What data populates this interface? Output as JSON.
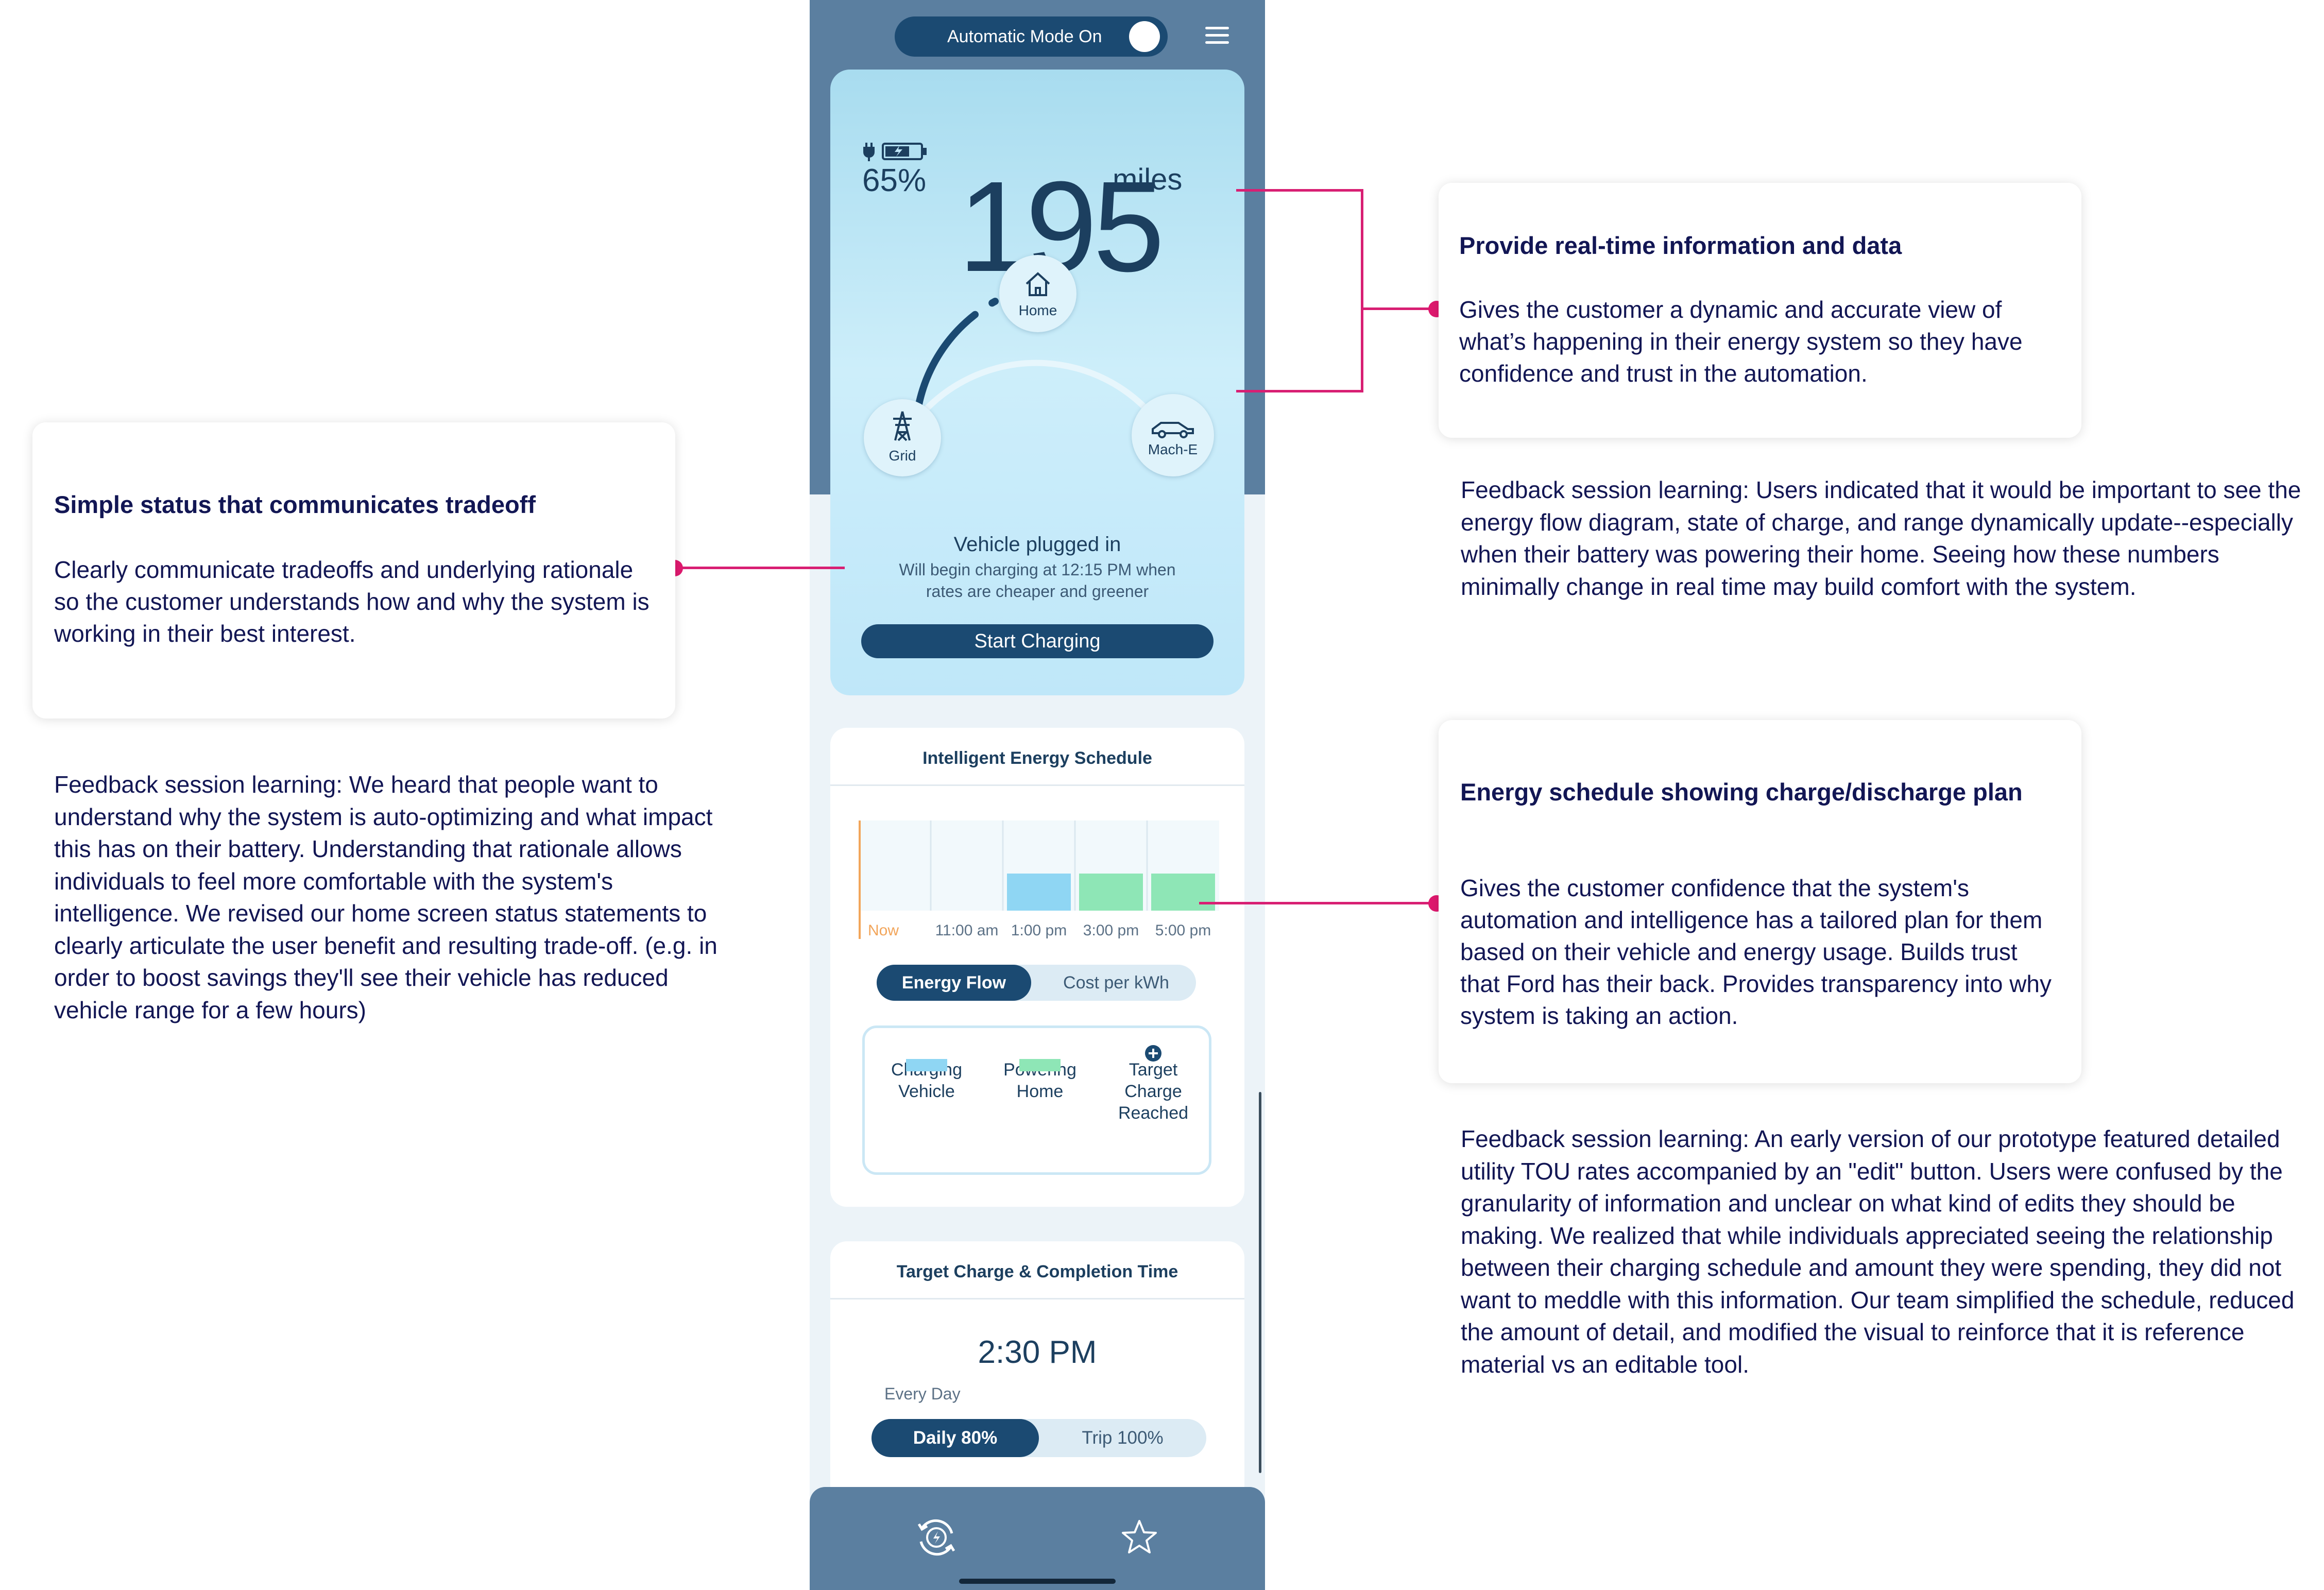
{
  "phone": {
    "mode_label": "Automatic Mode On",
    "status": {
      "soc": "65%",
      "range_value": "195",
      "range_unit": "miles",
      "nodes": {
        "home": "Home",
        "grid": "Grid",
        "vehicle": "Mach-E"
      },
      "plugged_title": "Vehicle plugged in",
      "plugged_sub_1": "Will begin charging at 12:15 PM when",
      "plugged_sub_2": "rates are cheaper and greener",
      "start_button": "Start Charging"
    },
    "schedule": {
      "title": "Intelligent Energy Schedule",
      "tabs": [
        "Energy Flow",
        "Cost per kWh"
      ],
      "legend": [
        {
          "label_1": "Charging",
          "label_2": "Vehicle",
          "label_3": ""
        },
        {
          "label_1": "Powering",
          "label_2": "Home",
          "label_3": ""
        },
        {
          "label_1": "Target",
          "label_2": "Charge",
          "label_3": "Reached"
        }
      ]
    },
    "target": {
      "title": "Target Charge & Completion Time",
      "time": "2:30 PM",
      "repeat": "Every Day",
      "tabs": [
        "Daily 80%",
        "Trip 100%"
      ]
    }
  },
  "chart_data": {
    "type": "bar",
    "categories": [
      "Now",
      "11:00 am",
      "1:00 pm",
      "3:00 pm",
      "5:00 pm"
    ],
    "series": [
      {
        "name": "Charging Vehicle",
        "color": "#8fd6f3",
        "values": [
          0,
          0,
          1,
          0,
          0
        ]
      },
      {
        "name": "Powering Home",
        "color": "#8ee6b6",
        "values": [
          0,
          0,
          0,
          1,
          1
        ]
      }
    ],
    "now_marker_color": "#f2a55a"
  },
  "annotations": {
    "realtime": {
      "title": "Provide real-time information and data",
      "body": "Gives the customer a dynamic and accurate view of what’s happening in their energy system so they have confidence and trust in the automation.",
      "note": "Feedback session learning: Users indicated that it would be important to see the energy flow diagram, state of charge, and range dynamically update--especially when their battery was powering their home. Seeing how these numbers minimally change in real time may build comfort with the system."
    },
    "tradeoff": {
      "title": "Simple status that communicates tradeoff",
      "body": "Clearly communicate tradeoffs and underlying rationale so the customer understands how and why the system is working in their best interest.",
      "note": "Feedback session learning: We heard that people want to understand why the system is auto-optimizing and what impact this has on their battery. Understanding that rationale allows individuals to feel more comfortable with the system's intelligence. We revised our home screen status statements to clearly articulate the user benefit and resulting trade-off. (e.g. in order to boost savings they'll see their vehicle has reduced vehicle range for a few hours)"
    },
    "schedule": {
      "title": "Energy schedule showing charge/discharge plan",
      "body": "Gives the customer confidence that the system's automation and intelligence has a tailored plan for them based on their vehicle and energy usage. Builds trust that Ford has their back. Provides transparency into why system is taking an action.",
      "note": "Feedback session learning: An early version of our prototype featured detailed utility TOU rates accompanied by an \"edit\" button. Users were confused by the granularity of information and unclear on what kind of edits they should be making. We realized that while individuals appreciated seeing the relationship between their charging schedule and amount they were spending, they did not want to meddle with this information. Our team simplified the schedule, reduced the amount of detail, and modified the visual to reinforce that it is reference material vs an editable tool."
    }
  },
  "colors": {
    "accent_pink": "#d81f73",
    "navy_text": "#121654",
    "app_dark_blue": "#1b4a72",
    "app_slate": "#5b7fa0"
  }
}
